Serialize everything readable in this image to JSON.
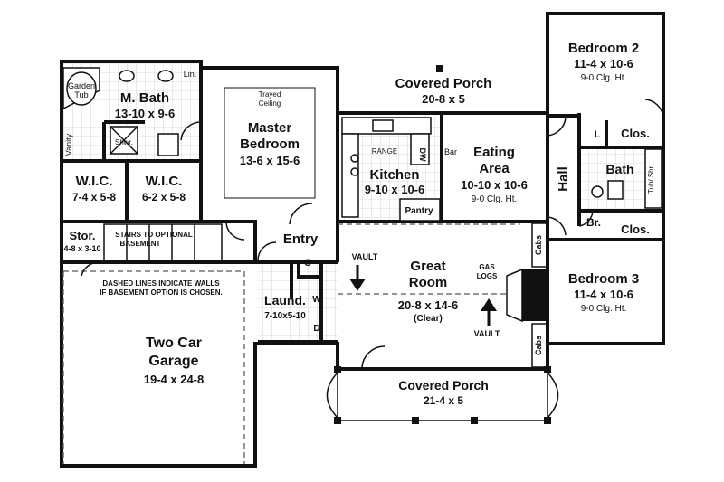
{
  "rooms": {
    "bedroom2": {
      "name": "Bedroom 2",
      "dim": "11-4 x 10-6",
      "clg": "9-0 Clg. Ht."
    },
    "bedroom3": {
      "name": "Bedroom 3",
      "dim": "11-4 x 10-6",
      "clg": "9-0 Clg. Ht."
    },
    "covered_porch_top": {
      "name": "Covered Porch",
      "dim": "20-8 x 5"
    },
    "covered_porch_bottom": {
      "name": "Covered Porch",
      "dim": "21-4 x 5"
    },
    "mbath": {
      "name": "M. Bath",
      "dim": "13-10 x 9-6"
    },
    "master": {
      "name1": "Master",
      "name2": "Bedroom",
      "dim": "13-6 x 15-6",
      "trayed1": "Trayed",
      "trayed2": "Ceiling"
    },
    "kitchen": {
      "name": "Kitchen",
      "dim": "9-10 x 10-6",
      "range": "RANGE",
      "dw": "DW",
      "bar": "Bar",
      "pantry": "Pantry"
    },
    "eating": {
      "name1": "Eating",
      "name2": "Area",
      "dim": "10-10 x 10-6",
      "clg": "9-0 Clg. Ht."
    },
    "hall": {
      "name": "Hall"
    },
    "bath": {
      "name": "Bath",
      "tub": "Tub/ Shr."
    },
    "wic1": {
      "name": "W.I.C.",
      "dim": "7-4 x 5-8"
    },
    "wic2": {
      "name": "W.I.C.",
      "dim": "6-2 x 5-8"
    },
    "stor": {
      "name": "Stor.",
      "dim": "4-8 x 3-10"
    },
    "entry": {
      "name": "Entry"
    },
    "great": {
      "name1": "Great",
      "name2": "Room",
      "dim": "20-8 x 14-6",
      "clear": "(Clear)"
    },
    "laund": {
      "name": "Laund.",
      "dim": "7-10x5-10",
      "w": "W",
      "d": "D",
      "c": "C"
    },
    "garage": {
      "name1": "Two Car",
      "name2": "Garage",
      "dim": "19-4 x 24-8"
    }
  },
  "labels": {
    "garden_tub1": "Garden",
    "garden_tub2": "Tub",
    "lin": "Lin.",
    "vanity": "Vanity",
    "shwr": "Shwr.",
    "clos": "Clos.",
    "l": "L",
    "br": "Br.",
    "stairs1": "STAIRS TO OPTIONAL",
    "stairs2": "BASEMENT",
    "dashed1": "DASHED LINES INDICATE WALLS",
    "dashed2": "IF BASEMENT OPTION IS CHOSEN.",
    "vault": "VAULT",
    "gas1": "GAS",
    "gas2": "LOGS",
    "cabs": "Cabs"
  }
}
